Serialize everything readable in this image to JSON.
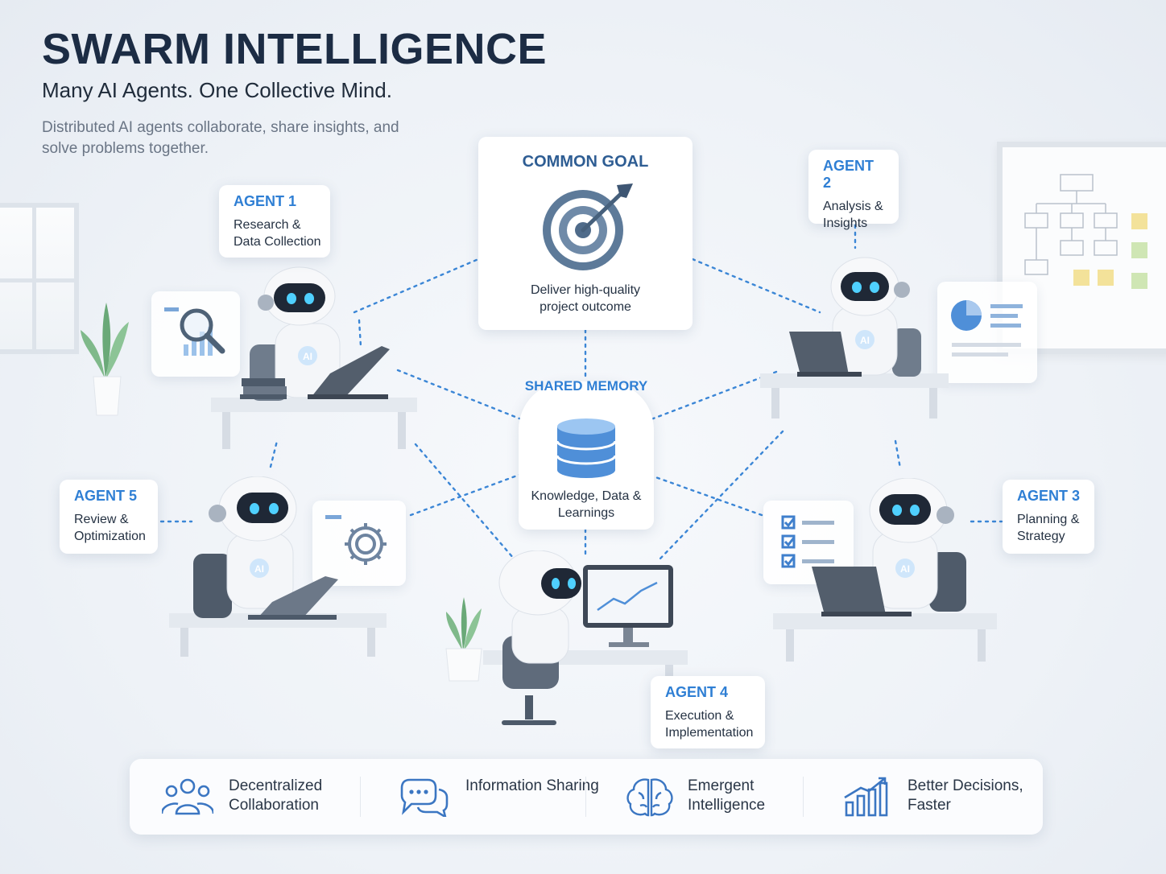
{
  "header": {
    "title": "SWARM INTELLIGENCE",
    "subtitle": "Many AI Agents. One Collective Mind.",
    "description": "Distributed AI agents collaborate, share insights, and solve problems together."
  },
  "goal": {
    "title": "COMMON GOAL",
    "text": "Deliver high-quality project outcome",
    "icon": "target-icon"
  },
  "memory": {
    "title": "SHARED MEMORY",
    "text": "Knowledge, Data & Learnings",
    "icon": "database-icon"
  },
  "agents": [
    {
      "title": "AGENT 1",
      "role": "Research & Data Collection"
    },
    {
      "title": "AGENT 2",
      "role": "Analysis & Insights"
    },
    {
      "title": "AGENT 3",
      "role": "Planning & Strategy"
    },
    {
      "title": "AGENT 4",
      "role": "Execution & Implementation"
    },
    {
      "title": "AGENT 5",
      "role": "Review & Optimization"
    }
  ],
  "robot_badge": "AI",
  "benefits": [
    {
      "label": "Decentralized Collaboration",
      "icon": "team-icon"
    },
    {
      "label": "Information Sharing",
      "icon": "chat-bubbles-icon"
    },
    {
      "label": "Emergent Intelligence",
      "icon": "brain-icon"
    },
    {
      "label": "Better Decisions, Faster",
      "icon": "growth-chart-icon"
    }
  ],
  "colors": {
    "title": "#1c2c44",
    "accent": "#2f7fd4",
    "goal_title": "#2e5d93",
    "link_line": "#3b86d6"
  }
}
